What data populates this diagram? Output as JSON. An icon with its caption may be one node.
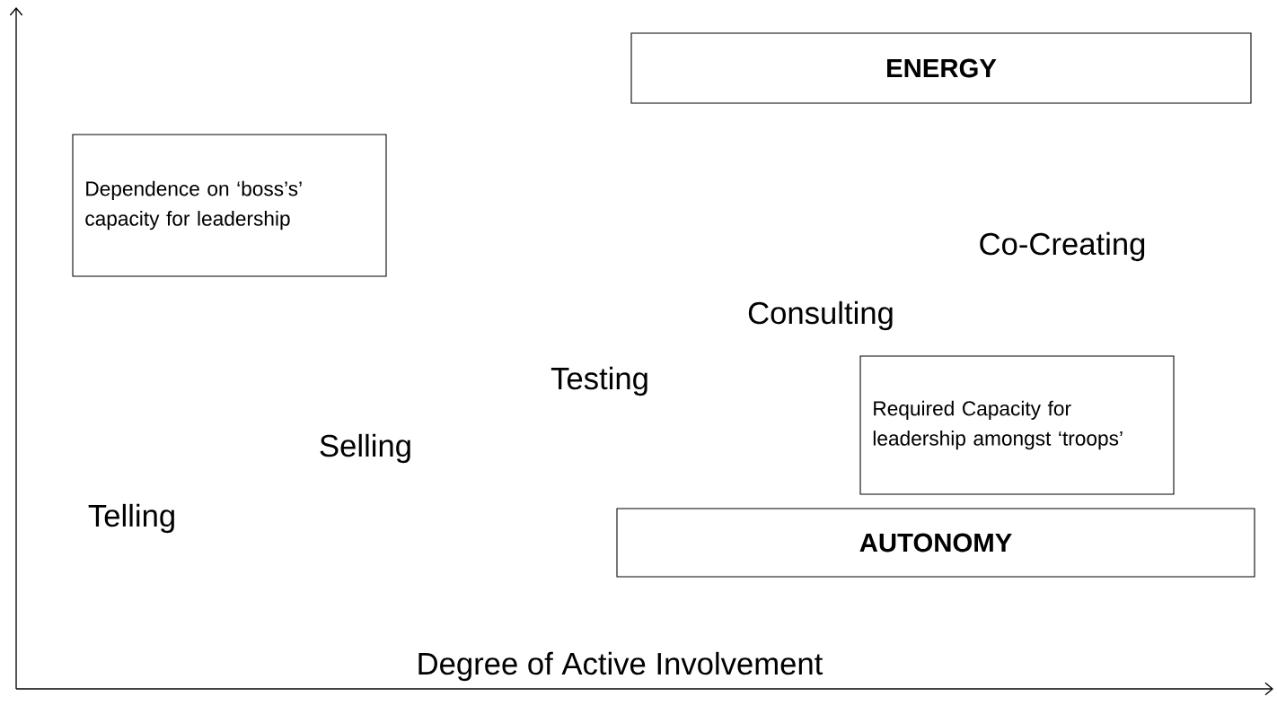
{
  "diagram": {
    "nodes": [
      {
        "text": [
          "ENERGY"
        ]
      },
      {
        "text": [
          "Dependence on ‘boss’s’ capacity for leadership"
        ]
      },
      {
        "text": [
          "Required Capacity for leadership amongst ‘troops’"
        ]
      },
      {
        "text": [
          "AUTONOMY"
        ]
      }
    ],
    "labels": [
      "Co-Creating",
      "Consulting",
      "Testing",
      "Selling",
      "Telling",
      "Degree of Active Involvement"
    ]
  }
}
